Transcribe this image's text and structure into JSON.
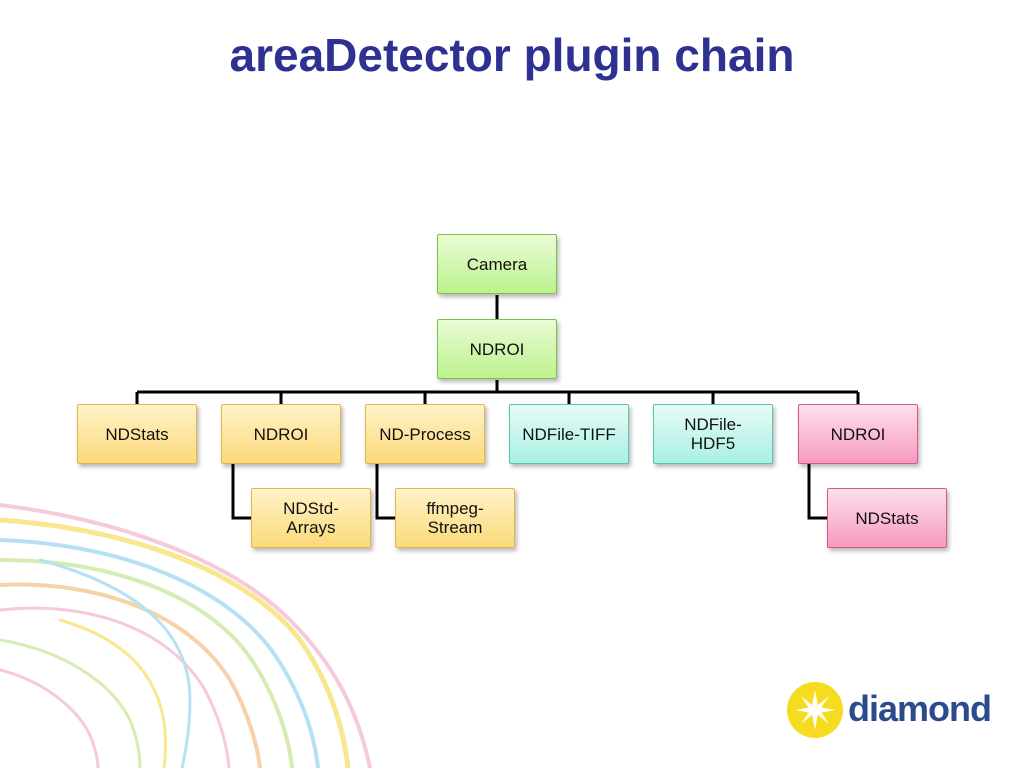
{
  "slide": {
    "title": "areaDetector plugin chain"
  },
  "diagram": {
    "root": {
      "label": "Camera",
      "color": "green"
    },
    "level1": {
      "label": "NDROI",
      "color": "green"
    },
    "children": [
      {
        "label": "NDStats",
        "color": "yellow"
      },
      {
        "label": "NDROI",
        "color": "yellow",
        "child": {
          "label": "NDStd-\nArrays",
          "color": "yellow"
        }
      },
      {
        "label": "ND-Process",
        "color": "yellow",
        "child": {
          "label": "ffmpeg-\nStream",
          "color": "yellow"
        }
      },
      {
        "label": "NDFile-TIFF",
        "color": "cyan"
      },
      {
        "label": "NDFile-\nHDF5",
        "color": "cyan"
      },
      {
        "label": "NDROI",
        "color": "pink",
        "child": {
          "label": "NDStats",
          "color": "pink"
        }
      }
    ]
  },
  "logo": {
    "text": "diamond",
    "icon": "diamond-star-icon"
  },
  "colors": {
    "title": "#2e3192",
    "logo_text": "#2b4c8c",
    "logo_star": "#f5dc1e"
  }
}
